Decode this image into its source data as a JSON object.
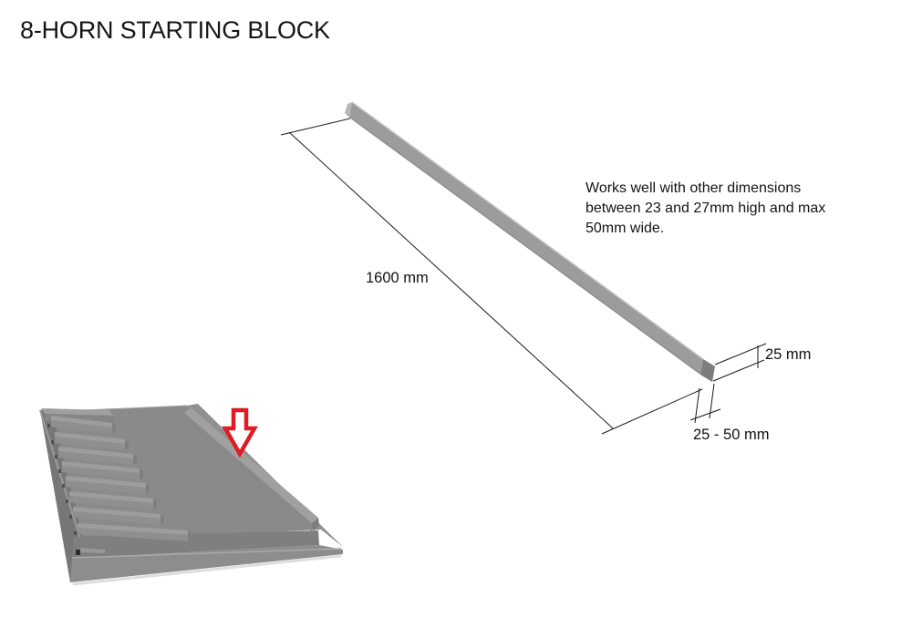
{
  "page": {
    "title": "8-HORN STARTING BLOCK",
    "background_color": "#ffffff"
  },
  "note": {
    "text": "Works well with other dimensions between 23 and 27mm high and max 50mm wide."
  },
  "dimensions": {
    "length_label": "1600 mm",
    "height_label": "25 mm",
    "width_label": "25 - 50 mm"
  },
  "icons": {
    "pointer": "red-down-arrow-icon"
  },
  "colors": {
    "arrow_red": "#e01b24",
    "arrow_fill": "#ffffff",
    "dimension_line": "#1a1a1a",
    "beam_top_face": "#9c9c9c",
    "beam_side_face": "#8b8b8b",
    "beam_end_face": "#7d7d7d",
    "deck_gray": "#8a8a8a"
  }
}
